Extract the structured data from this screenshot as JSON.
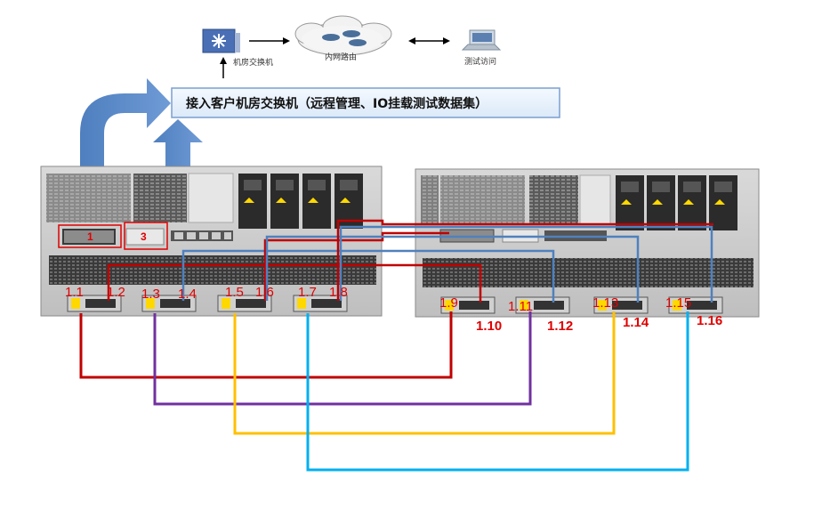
{
  "top": {
    "switch_label": "机房交换机",
    "router_label": "内网路由",
    "test_label": "测试访问"
  },
  "banner": {
    "text": "接入客户机房交换机（远程管理、IO挂载测试数据集）"
  },
  "markers": {
    "m1": "1",
    "m3": "3"
  },
  "ports_left": [
    "1.1",
    "1.2",
    "1.3",
    "1.4",
    "1.5",
    "1.6",
    "1.7",
    "1.8"
  ],
  "ports_right": [
    "1.9",
    "1.10",
    "1.11",
    "1.12",
    "1.13",
    "1.14",
    "1.15",
    "1.16"
  ],
  "cable_colors": {
    "red": "#c00000",
    "purple": "#7030a0",
    "yellow": "#ffc000",
    "cyan": "#00b0f0",
    "blue": "#4f81bd",
    "arrow_blue": "#4f81bd"
  }
}
